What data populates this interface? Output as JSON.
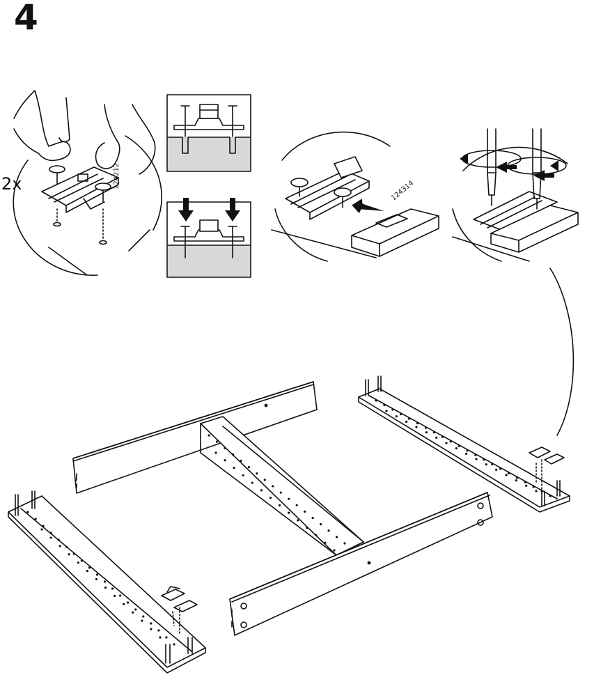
{
  "step": {
    "number": "4"
  },
  "detail_left": {
    "quantity": "2x",
    "part_number": "124212"
  },
  "detail_middle": {
    "part_number": "124314"
  },
  "colors": {
    "ink": "#111111",
    "panel_fill": "#d8d8d8",
    "background": "#ffffff"
  },
  "icons": [
    "hand-icon",
    "screw-icon",
    "bracket-icon",
    "arrow-down-icon",
    "arrow-right-icon",
    "screwdriver-icon",
    "rotate-arrow-icon"
  ]
}
